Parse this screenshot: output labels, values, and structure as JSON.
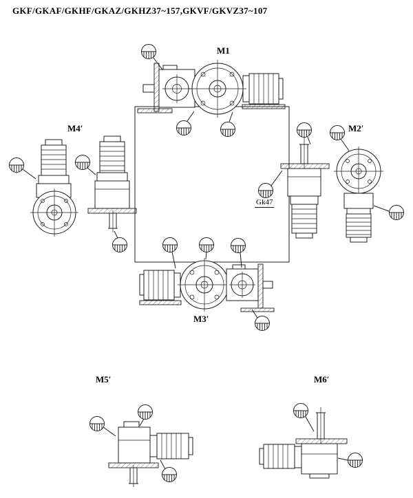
{
  "title": "GKF/GKAF/GKHF/GKAZ/GKHZ37~157,GKVF/GKVZ37~107",
  "positions": {
    "m1": "M1",
    "m2": "M2′",
    "m3": "M3′",
    "m4": "M4′",
    "m5": "M5′",
    "m6": "M6′"
  },
  "annotations": {
    "gk47": "Gk47"
  },
  "icons": {
    "oil_level": "oil-level-icon"
  }
}
